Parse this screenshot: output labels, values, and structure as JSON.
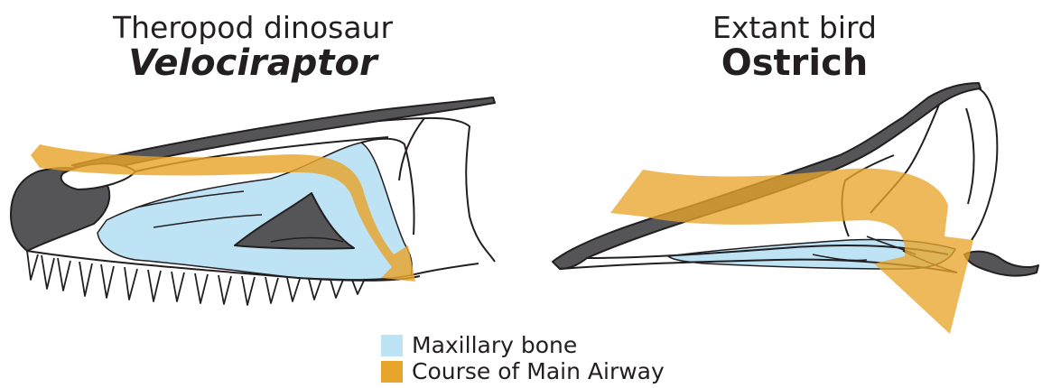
{
  "panels": [
    {
      "subtitle": "Theropod dinosaur",
      "name": "Velociraptor"
    },
    {
      "subtitle": "Extant bird",
      "name": "Ostrich"
    }
  ],
  "legend": [
    {
      "label": "Maxillary bone",
      "color": "#bde3f5"
    },
    {
      "label": "Course of Main Airway",
      "color": "#e8a52c"
    }
  ],
  "colors": {
    "outline": "#231f20",
    "dark_fill": "#555457",
    "bone": "#bde3f5",
    "airway": "#e8a52c"
  }
}
